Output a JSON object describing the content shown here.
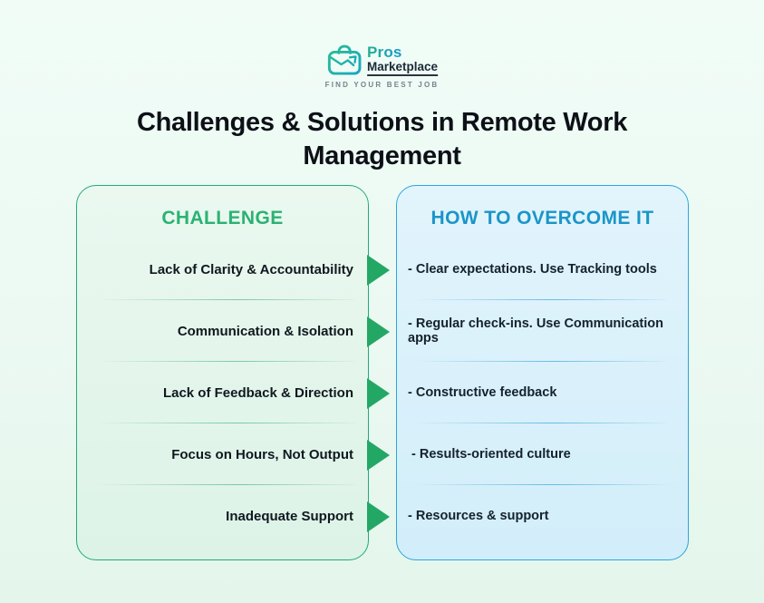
{
  "logo": {
    "brand_top": "Pros",
    "brand_bottom": "Marketplace",
    "tagline": "FIND YOUR BEST JOB"
  },
  "title": {
    "lines": [
      "Challenges & Solutions in Remote Work",
      "Management"
    ]
  },
  "panels": {
    "challenge": {
      "header": "CHALLENGE",
      "items": [
        "Lack of Clarity & Accountability",
        "Communication & Isolation",
        "Lack of Feedback & Direction",
        "Focus on Hours, Not Output",
        "Inadequate Support"
      ]
    },
    "solution": {
      "header": "HOW TO OVERCOME IT",
      "items": [
        "- Clear expectations. Use Tracking tools",
        "- Regular check-ins. Use Communication apps",
        "- Constructive feedback",
        " - Results-oriented culture",
        "- Resources & support"
      ]
    }
  },
  "colors": {
    "green_accent": "#2BB273",
    "green_border": "#23A97A",
    "blue_accent": "#1B95C9",
    "blue_border": "#2BA6DB",
    "arrow_green": "#23A765",
    "background": "#EAF8F1"
  }
}
